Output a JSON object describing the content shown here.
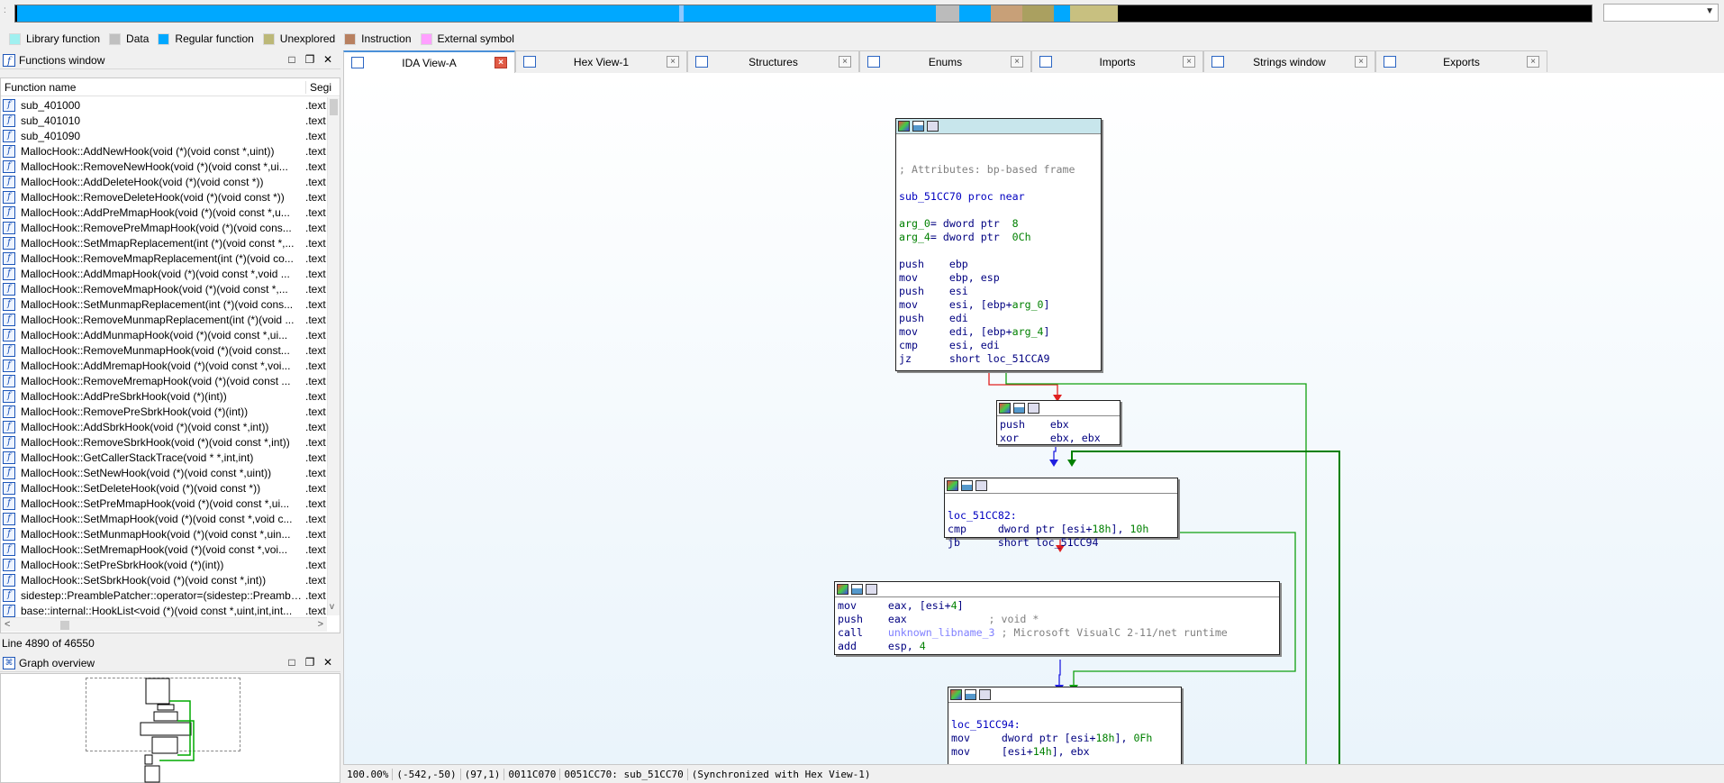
{
  "navband": {
    "segments": [
      {
        "color": "#00a8ff",
        "w": 0.42
      },
      {
        "color": "#8ec8ff",
        "w": 0.003
      },
      {
        "color": "#00a8ff",
        "w": 0.16
      },
      {
        "color": "#bbbbbb",
        "w": 0.015
      },
      {
        "color": "#00a8ff",
        "w": 0.02
      },
      {
        "color": "#c8a078",
        "w": 0.02
      },
      {
        "color": "#aaa060",
        "w": 0.02
      },
      {
        "color": "#00a8ff",
        "w": 0.01
      },
      {
        "color": "#c8c080",
        "w": 0.03
      }
    ]
  },
  "legend": [
    {
      "label": "Library function",
      "color": "#a0f0f0"
    },
    {
      "label": "Data",
      "color": "#c0c0c0"
    },
    {
      "label": "Regular function",
      "color": "#00a8ff"
    },
    {
      "label": "Unexplored",
      "color": "#bcb878"
    },
    {
      "label": "Instruction",
      "color": "#b88060"
    },
    {
      "label": "External symbol",
      "color": "#ffa0ff"
    }
  ],
  "functions_window": {
    "title": "Functions window",
    "col_name": "Function name",
    "col_segment": "Segi",
    "rows": [
      {
        "name": "sub_401000",
        "seg": ".text"
      },
      {
        "name": "sub_401010",
        "seg": ".text"
      },
      {
        "name": "sub_401090",
        "seg": ".text"
      },
      {
        "name": "MallocHook::AddNewHook(void (*)(void const *,uint))",
        "seg": ".text"
      },
      {
        "name": "MallocHook::RemoveNewHook(void (*)(void const *,ui...",
        "seg": ".text"
      },
      {
        "name": "MallocHook::AddDeleteHook(void (*)(void const *))",
        "seg": ".text"
      },
      {
        "name": "MallocHook::RemoveDeleteHook(void (*)(void const *))",
        "seg": ".text"
      },
      {
        "name": "MallocHook::AddPreMmapHook(void (*)(void const *,u...",
        "seg": ".text"
      },
      {
        "name": "MallocHook::RemovePreMmapHook(void (*)(void cons...",
        "seg": ".text"
      },
      {
        "name": "MallocHook::SetMmapReplacement(int (*)(void const *,...",
        "seg": ".text"
      },
      {
        "name": "MallocHook::RemoveMmapReplacement(int (*)(void co...",
        "seg": ".text"
      },
      {
        "name": "MallocHook::AddMmapHook(void (*)(void const *,void ...",
        "seg": ".text"
      },
      {
        "name": "MallocHook::RemoveMmapHook(void (*)(void const *,...",
        "seg": ".text"
      },
      {
        "name": "MallocHook::SetMunmapReplacement(int (*)(void cons...",
        "seg": ".text"
      },
      {
        "name": "MallocHook::RemoveMunmapReplacement(int (*)(void ...",
        "seg": ".text"
      },
      {
        "name": "MallocHook::AddMunmapHook(void (*)(void const *,ui...",
        "seg": ".text"
      },
      {
        "name": "MallocHook::RemoveMunmapHook(void (*)(void const...",
        "seg": ".text"
      },
      {
        "name": "MallocHook::AddMremapHook(void (*)(void const *,voi...",
        "seg": ".text"
      },
      {
        "name": "MallocHook::RemoveMremapHook(void (*)(void const ...",
        "seg": ".text"
      },
      {
        "name": "MallocHook::AddPreSbrkHook(void (*)(int))",
        "seg": ".text"
      },
      {
        "name": "MallocHook::RemovePreSbrkHook(void (*)(int))",
        "seg": ".text"
      },
      {
        "name": "MallocHook::AddSbrkHook(void (*)(void const *,int))",
        "seg": ".text"
      },
      {
        "name": "MallocHook::RemoveSbrkHook(void (*)(void const *,int))",
        "seg": ".text"
      },
      {
        "name": "MallocHook::GetCallerStackTrace(void * *,int,int)",
        "seg": ".text"
      },
      {
        "name": "MallocHook::SetNewHook(void (*)(void const *,uint))",
        "seg": ".text"
      },
      {
        "name": "MallocHook::SetDeleteHook(void (*)(void const *))",
        "seg": ".text"
      },
      {
        "name": "MallocHook::SetPreMmapHook(void (*)(void const *,ui...",
        "seg": ".text"
      },
      {
        "name": "MallocHook::SetMmapHook(void (*)(void const *,void c...",
        "seg": ".text"
      },
      {
        "name": "MallocHook::SetMunmapHook(void (*)(void const *,uin...",
        "seg": ".text"
      },
      {
        "name": "MallocHook::SetMremapHook(void (*)(void const *,voi...",
        "seg": ".text"
      },
      {
        "name": "MallocHook::SetPreSbrkHook(void (*)(int))",
        "seg": ".text"
      },
      {
        "name": "MallocHook::SetSbrkHook(void (*)(void const *,int))",
        "seg": ".text"
      },
      {
        "name": "sidestep::PreamblePatcher::operator=(sidestep::Preambl...",
        "seg": ".text"
      },
      {
        "name": "base::internal::HookList<void (*)(void const *,uint,int,int...",
        "seg": ".text"
      }
    ],
    "line_info": "Line 4890 of 46550"
  },
  "graph_overview": {
    "title": "Graph overview"
  },
  "tabs": [
    {
      "label": "IDA View-A",
      "active": true
    },
    {
      "label": "Hex View-1",
      "active": false
    },
    {
      "label": "Structures",
      "active": false
    },
    {
      "label": "Enums",
      "active": false
    },
    {
      "label": "Imports",
      "active": false
    },
    {
      "label": "Strings window",
      "active": false
    },
    {
      "label": "Exports",
      "active": false
    }
  ],
  "blocks": {
    "b1": {
      "attr": "; Attributes: bp-based frame",
      "proc": "sub_51CC70 proc near",
      "arg0_name": "arg_0",
      "arg0_rest": "= dword ptr  ",
      "arg0_val": "8",
      "arg4_name": "arg_4",
      "arg4_rest": "= dword ptr  ",
      "arg4_val": "0Ch",
      "i1": "push    ebp",
      "i2": "mov     ebp, esp",
      "i3": "push    esi",
      "i4a": "mov     esi, [ebp+",
      "i4b": "arg_0",
      "i4c": "]",
      "i5": "push    edi",
      "i6a": "mov     edi, [ebp+",
      "i6b": "arg_4",
      "i6c": "]",
      "i7": "cmp     esi, edi",
      "i8": "jz      short loc_51CCA9"
    },
    "b2": {
      "i1": "push    ebx",
      "i2": "xor     ebx, ebx"
    },
    "b3": {
      "label": "loc_51CC82:",
      "i1a": "cmp     dword ptr [esi+",
      "i1b": "18h",
      "i1c": "], ",
      "i1d": "10h",
      "i2": "jb      short loc_51CC94"
    },
    "b4": {
      "i1a": "mov     eax, [esi+",
      "i1b": "4",
      "i1c": "]",
      "i2a": "push    eax             ",
      "i2b": "; void *",
      "i3a": "call    ",
      "i3b": "unknown_libname_3",
      "i3c": " ; Microsoft VisualC 2-11/net runtime",
      "i4a": "add     esp, ",
      "i4b": "4"
    },
    "b5": {
      "label": "loc_51CC94:",
      "i1a": "mov     dword ptr [esi+",
      "i1b": "18h",
      "i1c": "], ",
      "i1d": "0Fh",
      "i2a": "mov     [esi+",
      "i2b": "14h",
      "i2c": "], ebx"
    }
  },
  "status": {
    "zoom": "100.00%",
    "coords": "(-542,-50)",
    "cursor": "(97,1)",
    "offset": "0011C070",
    "addr": "0051CC70: sub_51CC70",
    "sync": "(Synchronized with Hex View-1)"
  }
}
